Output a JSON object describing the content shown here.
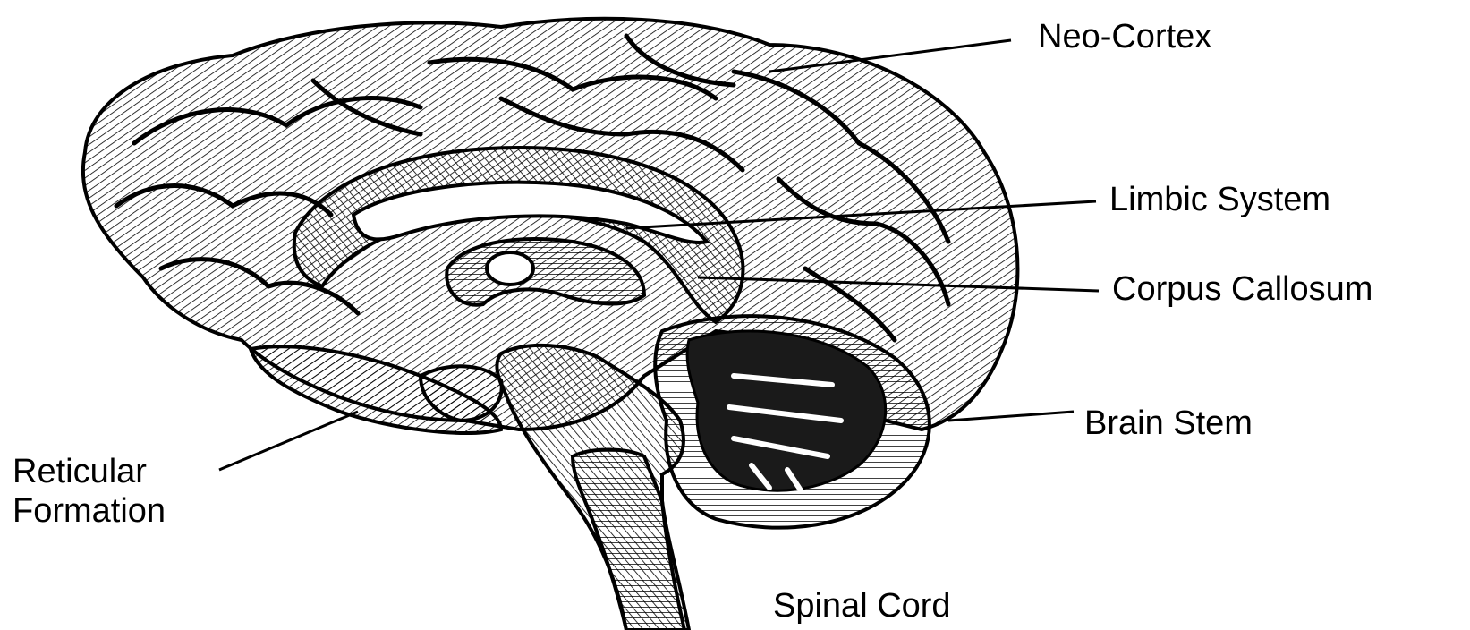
{
  "labels": {
    "neo_cortex": "Neo-Cortex",
    "limbic_system": "Limbic System",
    "corpus_callosum": "Corpus Callosum",
    "brain_stem": "Brain Stem",
    "spinal_cord": "Spinal Cord",
    "reticular_formation_line1": "Reticular",
    "reticular_formation_line2": "Formation"
  },
  "colors": {
    "ink": "#000000",
    "background": "#ffffff"
  }
}
